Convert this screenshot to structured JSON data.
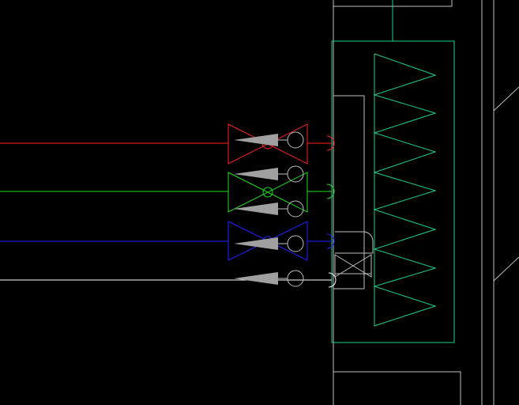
{
  "canvas": {
    "background": "#000000"
  },
  "colors": {
    "red_pipe": "#ff2020",
    "green_pipe": "#22dd22",
    "blue_pipe": "#2020ff",
    "white_pipe": "#ffffff",
    "cyan_linework": "#1ecf8a",
    "grey_linework": "#bfbfbf",
    "arrow_fill": "#a0a0a0"
  },
  "pipes": [
    {
      "id": "red",
      "color_key": "red_pipe",
      "has_valve": true
    },
    {
      "id": "green",
      "color_key": "green_pipe",
      "has_valve": true
    },
    {
      "id": "blue",
      "color_key": "blue_pipe",
      "has_valve": true
    },
    {
      "id": "white",
      "color_key": "white_pipe",
      "has_valve": false
    }
  ],
  "symbols": {
    "valve": "gate-valve-symbol",
    "arrow": "flow-arrow-symbol",
    "balloon": "tag-circle-symbol",
    "heat_exchanger": "zigzag-coil-symbol"
  }
}
